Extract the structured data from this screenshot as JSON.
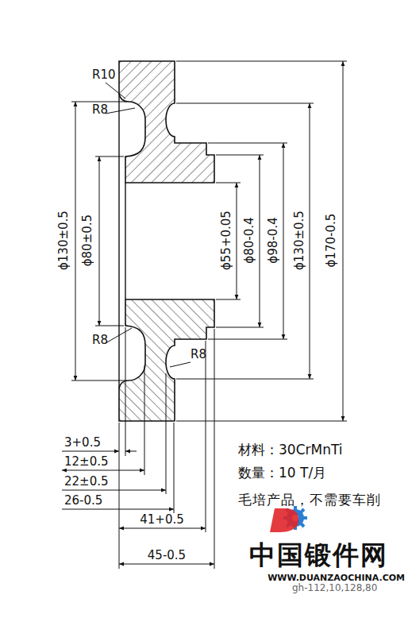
{
  "diagram": {
    "labels": [
      "R10",
      "R8",
      "R8",
      "R8",
      "ϕ130±0.5",
      "ϕ80±0.5",
      "ϕ55+0.05",
      "ϕ80-0.4",
      "ϕ98-0.4",
      "ϕ130±0.5",
      "ϕ170-0.5",
      "3+0.5",
      "12±0.5",
      "22±0.5",
      "26-0.5",
      "41+0.5",
      "45-0.5",
      "材料：30CrMnTi",
      "数量：10 T/月",
      "毛培产品，不需要车削",
      "中国锻件网",
      "WWW.DUANZAOCHINA.COM",
      "gh-112,10,128,80"
    ]
  }
}
